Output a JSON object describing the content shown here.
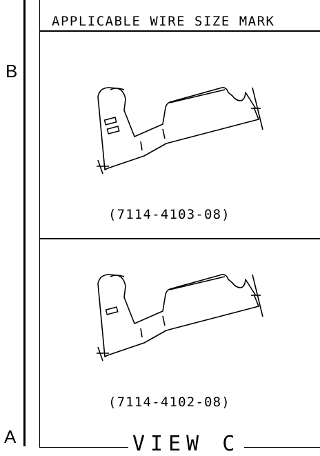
{
  "zones": {
    "upper": "B",
    "lower": "A"
  },
  "header": {
    "title": "APPLICABLE WIRE SIZE MARK"
  },
  "panels": [
    {
      "part_number": "(7114-4103-08)",
      "wire_size_marks": 2
    },
    {
      "part_number": "(7114-4102-08)",
      "wire_size_marks": 1
    }
  ],
  "view": {
    "label": "VIEW C"
  }
}
